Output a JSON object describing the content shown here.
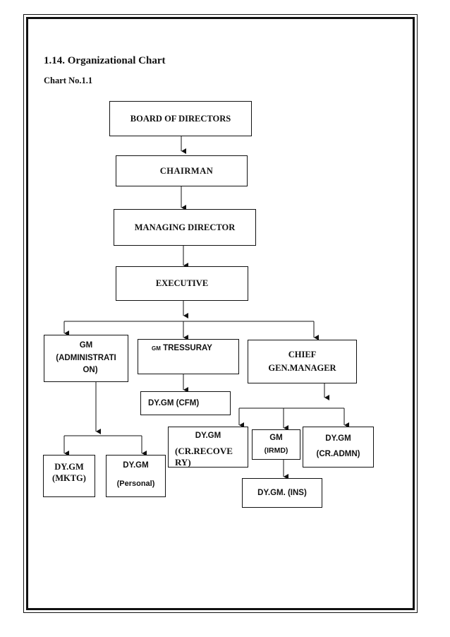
{
  "document": {
    "heading": "1.14. Organizational Chart",
    "chart_number": "Chart No.1.1"
  },
  "nodes": {
    "board": "BOARD OF DIRECTORS",
    "chairman": "CHAIRMAN",
    "managing_director": "MANAGING DIRECTOR",
    "executive": "EXECUTIVE",
    "gm_admin": {
      "line1": "GM",
      "line2": "(ADMINISTRATI",
      "line3": "ON)"
    },
    "gm_treasury": {
      "prefix": "GM",
      "name": "TRESSURAY"
    },
    "chief_gm": {
      "line1": "CHIEF",
      "line2": "GEN.MANAGER"
    },
    "dygm_cfm": "DY.GM (CFM)",
    "dygm_recovery": {
      "line1": "DY.GM",
      "line2": "(CR.RECOVE",
      "line3": "RY)"
    },
    "gm_irmd": {
      "line1": "GM",
      "line2": "(IRMD)"
    },
    "dygm_cradmn": {
      "line1": "DY.GM",
      "line2": "(CR.ADMN)"
    },
    "dygm_mktg": {
      "line1": "DY.GM",
      "line2": "(MKTG)"
    },
    "dygm_personal": {
      "line1": "DY.GM",
      "line2": "(Personal)"
    },
    "dygm_ins": "DY.GM. (INS)"
  }
}
